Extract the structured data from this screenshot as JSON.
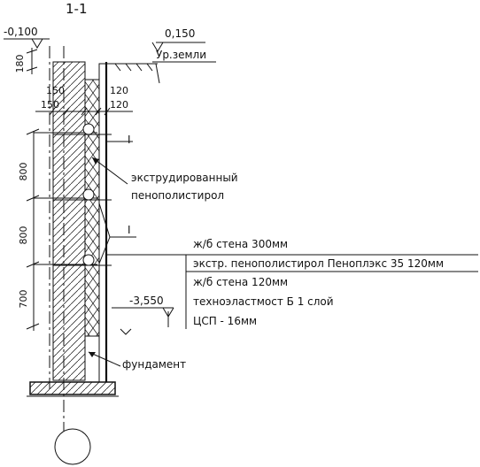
{
  "section_title": "1-1",
  "levels": {
    "top_left": "-0,100",
    "ground": "0,150",
    "ground_label": "Ур.земли",
    "bottom_mark": "-3,550"
  },
  "dimensions": {
    "d180": "180",
    "d150a": "150",
    "d150b": "150",
    "d120a": "120",
    "d120b": "120",
    "d800a": "800",
    "d800b": "800",
    "d700": "700"
  },
  "callouts": {
    "i_mark_1": "I",
    "i_mark_2": "I",
    "insulation_line1": "экструдированный",
    "insulation_line2": "пенополистирол",
    "foundation": "фундамент"
  },
  "legend": [
    "ж/б стена    300мм",
    "экстр. пенополистирол Пеноплэкс 35    120мм",
    "ж/б стена    120мм",
    "техноэластмост Б    1 слой",
    "ЦСП - 16мм"
  ]
}
